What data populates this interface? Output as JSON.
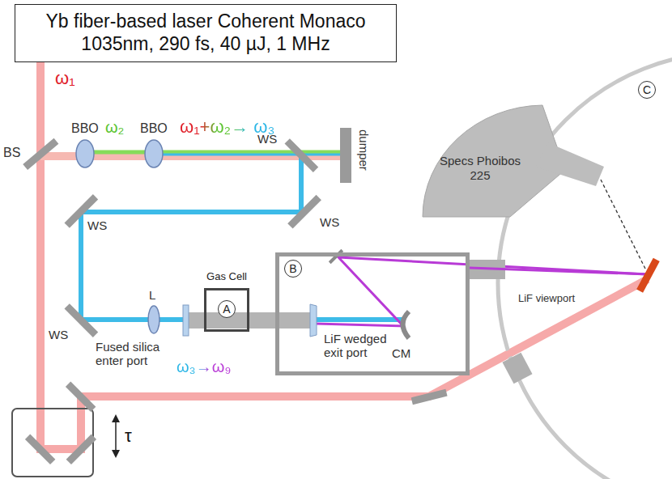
{
  "diagram": {
    "nodes": [
      {
        "text": [
          "Yb fiber-based laser Coherent Monaco",
          "1035nm, 290 fs, 40 µJ, 1 MHz"
        ]
      },
      {
        "text": [
          "Gas Cell",
          "A"
        ]
      },
      {
        "text": [
          "B"
        ]
      },
      {
        "text": [
          "C"
        ]
      },
      {
        "text": [
          "Specs Phoibos 225"
        ]
      }
    ],
    "labels": [
      "ω₁",
      "BS",
      "BBO",
      "ω₂",
      "BBO",
      "ω₁+ω₂→ ω₃",
      "WS",
      "dumper",
      "WS",
      "WS",
      "WS",
      "L",
      "Fused silica enter port",
      "ω₃→ω₉",
      "LiF wedged exit port",
      "CM",
      "LiF viewport",
      "τ"
    ]
  }
}
